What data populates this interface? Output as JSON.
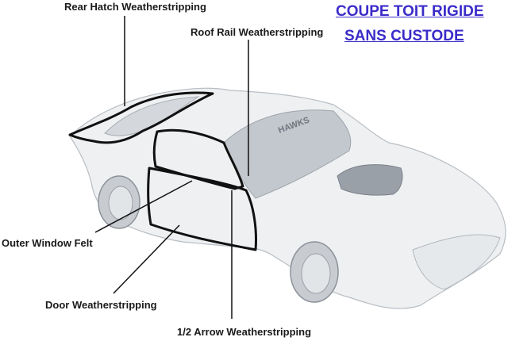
{
  "heading": {
    "line1": "COUPE TOIT RIGIDE",
    "line2": "SANS CUSTODE",
    "color": "#3b2cc9"
  },
  "callouts": {
    "rear_hatch": "Rear Hatch Weatherstripping",
    "roof_rail": "Roof Rail Weatherstripping",
    "outer_window": "Outer Window Felt",
    "door": "Door Weatherstripping",
    "half_arrow": "1/2 Arrow Weatherstripping"
  },
  "decal": "HAWKS",
  "colors": {
    "outline": "#111111",
    "body": "#eef0f2",
    "shadow": "#c8ccd1"
  }
}
